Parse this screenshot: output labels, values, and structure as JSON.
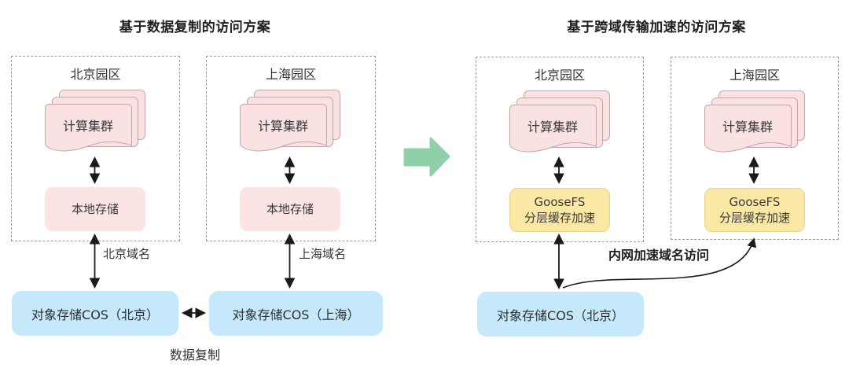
{
  "left_panel": {
    "title": "基于数据复制的访问方案",
    "campuses": [
      {
        "name": "北京园区",
        "cluster": "计算集群",
        "storage": "本地存储",
        "domain": "北京域名",
        "cos": "对象存储COS（北京）"
      },
      {
        "name": "上海园区",
        "cluster": "计算集群",
        "storage": "本地存储",
        "domain": "上海域名",
        "cos": "对象存储COS（上海）"
      }
    ],
    "replication_label": "数据复制"
  },
  "right_panel": {
    "title": "基于跨域传输加速的访问方案",
    "campuses": [
      {
        "name": "北京园区",
        "cluster": "计算集群",
        "cache_line1": "GooseFS",
        "cache_line2": "分层缓存加速"
      },
      {
        "name": "上海园区",
        "cluster": "计算集群",
        "cache_line1": "GooseFS",
        "cache_line2": "分层缓存加速"
      }
    ],
    "cos": "对象存储COS（北京）",
    "accel_label": "内网加速域名访问"
  },
  "colors": {
    "pink_fill": "#fbe4e3",
    "pink_doc_fill": "#f9e2e1",
    "pink_doc_border": "#c6a4a4",
    "yellow_fill": "#fae8a4",
    "yellow_border": "#e9d28c",
    "blue_fill": "#c5e8fa",
    "green_arrow": "#8fd0aa",
    "dashed_border": "#9c9c9c",
    "connector": "#1a1a1a"
  }
}
